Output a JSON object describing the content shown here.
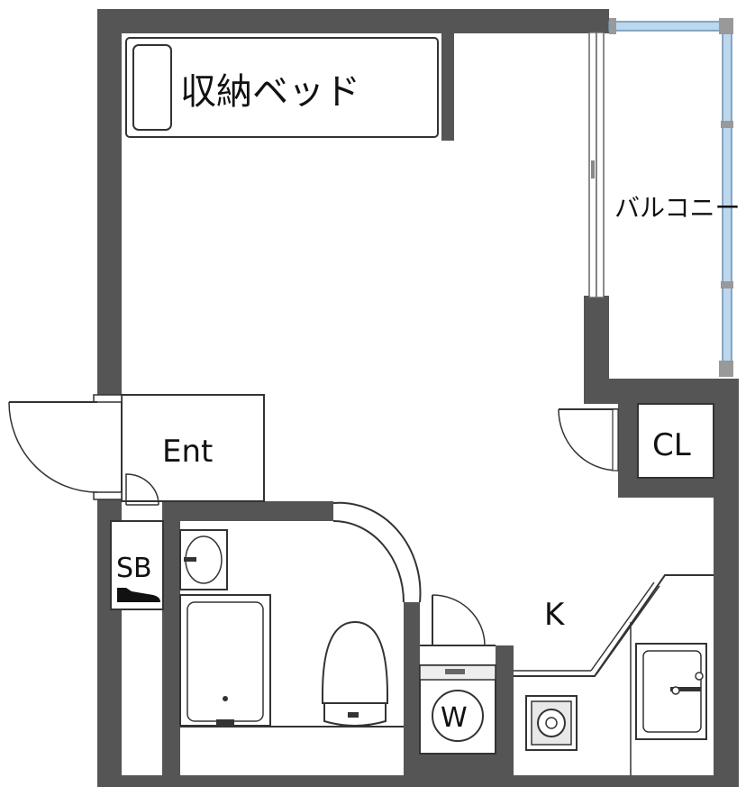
{
  "rooms": {
    "storage_bed": "収納ベッド",
    "balcony": "バルコニー",
    "entrance": "Ent",
    "closet": "CL",
    "shoe_box": "SB",
    "kitchen": "K",
    "washer": "W"
  },
  "colors": {
    "wall": "#555555",
    "line": "#333333",
    "balcony_rail": "#bcd7ee",
    "fixture_fill": "#f4f4f4"
  },
  "icons": {
    "shoe": "shoe-icon",
    "stove": "gas-stove-icon",
    "washer": "washing-machine-icon"
  }
}
